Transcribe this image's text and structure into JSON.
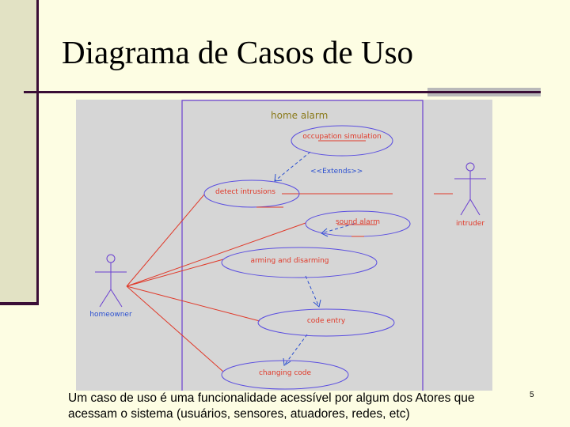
{
  "slide": {
    "title": "Diagrama de Casos de Uso",
    "caption_line1": "Um caso de uso é uma funcionalidade acessível por algum dos Atores que",
    "caption_line2": "acessam o sistema (usuários, sensores, atuadores, redes, etc)",
    "page_number": "5"
  },
  "diagram": {
    "system_name": "home alarm",
    "stereotype": "<<Extends>>",
    "actors": {
      "homeowner": "homeowner",
      "intruder": "intruder"
    },
    "use_cases": {
      "occupation_simulation": "occupation simulation",
      "detect_intrusions": "detect intrusions",
      "sound_alarm": "sound alarm",
      "arming_and_disarming": "arming and disarming",
      "code_entry": "code entry",
      "changing_code": "changing code"
    }
  },
  "colors": {
    "background": "#fdfde3",
    "accent_dark": "#3a0e36",
    "side_bar": "#e2e2c4",
    "diagram_bg": "#d6d6d6",
    "boundary": "#6a3fd0",
    "usecase_outline": "#5a4ee0",
    "association": "#e03a2a",
    "dependency": "#2a4fd0",
    "system_label": "#8a7a1a"
  }
}
